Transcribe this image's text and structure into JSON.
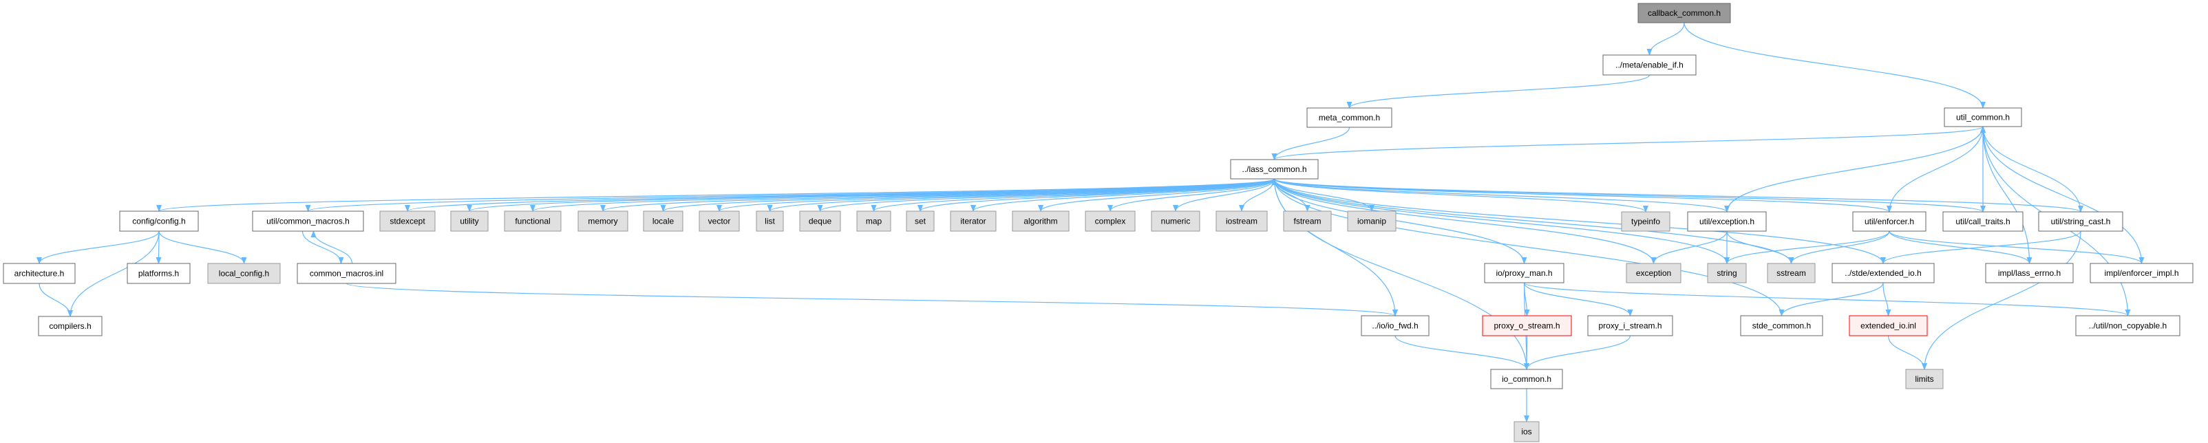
{
  "colors": {
    "edge": "#63b8ff",
    "node_border": "#666666",
    "system_fill": "#e0e0e0",
    "main_fill": "#999999",
    "incomplete_border": "#ff0000"
  },
  "nodes": [
    {
      "id": "callback",
      "label": "callback_common.h",
      "kind": "main"
    },
    {
      "id": "enable_if",
      "label": "../meta/enable_if.h",
      "kind": "normal"
    },
    {
      "id": "meta_common",
      "label": "meta_common.h",
      "kind": "normal"
    },
    {
      "id": "util_common",
      "label": "util_common.h",
      "kind": "normal"
    },
    {
      "id": "lass_common",
      "label": "../lass_common.h",
      "kind": "normal"
    },
    {
      "id": "config",
      "label": "config/config.h",
      "kind": "normal"
    },
    {
      "id": "common_macros_h",
      "label": "util/common_macros.h",
      "kind": "normal"
    },
    {
      "id": "stdexcept",
      "label": "stdexcept",
      "kind": "system"
    },
    {
      "id": "utility",
      "label": "utility",
      "kind": "system"
    },
    {
      "id": "functional",
      "label": "functional",
      "kind": "system"
    },
    {
      "id": "memory",
      "label": "memory",
      "kind": "system"
    },
    {
      "id": "locale",
      "label": "locale",
      "kind": "system"
    },
    {
      "id": "vector",
      "label": "vector",
      "kind": "system"
    },
    {
      "id": "list",
      "label": "list",
      "kind": "system"
    },
    {
      "id": "deque",
      "label": "deque",
      "kind": "system"
    },
    {
      "id": "map",
      "label": "map",
      "kind": "system"
    },
    {
      "id": "set",
      "label": "set",
      "kind": "system"
    },
    {
      "id": "iterator",
      "label": "iterator",
      "kind": "system"
    },
    {
      "id": "algorithm",
      "label": "algorithm",
      "kind": "system"
    },
    {
      "id": "complex",
      "label": "complex",
      "kind": "system"
    },
    {
      "id": "numeric",
      "label": "numeric",
      "kind": "system"
    },
    {
      "id": "iostream",
      "label": "iostream",
      "kind": "system"
    },
    {
      "id": "fstream",
      "label": "fstream",
      "kind": "system"
    },
    {
      "id": "iomanip",
      "label": "iomanip",
      "kind": "system"
    },
    {
      "id": "typeinfo",
      "label": "typeinfo",
      "kind": "system"
    },
    {
      "id": "util_exception",
      "label": "util/exception.h",
      "kind": "normal"
    },
    {
      "id": "util_enforcer",
      "label": "util/enforcer.h",
      "kind": "normal"
    },
    {
      "id": "util_call_traits",
      "label": "util/call_traits.h",
      "kind": "normal"
    },
    {
      "id": "util_string_cast",
      "label": "util/string_cast.h",
      "kind": "normal"
    },
    {
      "id": "architecture",
      "label": "architecture.h",
      "kind": "normal"
    },
    {
      "id": "platforms",
      "label": "platforms.h",
      "kind": "normal"
    },
    {
      "id": "local_config",
      "label": "local_config.h",
      "kind": "system"
    },
    {
      "id": "common_macros_inl",
      "label": "common_macros.inl",
      "kind": "normal"
    },
    {
      "id": "proxy_man",
      "label": "io/proxy_man.h",
      "kind": "normal"
    },
    {
      "id": "exception",
      "label": "exception",
      "kind": "system"
    },
    {
      "id": "string",
      "label": "string",
      "kind": "system"
    },
    {
      "id": "sstream",
      "label": "sstream",
      "kind": "system"
    },
    {
      "id": "extended_io_h",
      "label": "../stde/extended_io.h",
      "kind": "normal"
    },
    {
      "id": "lass_errno",
      "label": "impl/lass_errno.h",
      "kind": "normal"
    },
    {
      "id": "enforcer_impl",
      "label": "impl/enforcer_impl.h",
      "kind": "normal"
    },
    {
      "id": "compilers",
      "label": "compilers.h",
      "kind": "normal"
    },
    {
      "id": "io_fwd",
      "label": "../io/io_fwd.h",
      "kind": "normal"
    },
    {
      "id": "proxy_o",
      "label": "proxy_o_stream.h",
      "kind": "red"
    },
    {
      "id": "proxy_i",
      "label": "proxy_i_stream.h",
      "kind": "normal"
    },
    {
      "id": "stde_common",
      "label": "stde_common.h",
      "kind": "normal"
    },
    {
      "id": "extended_io_inl",
      "label": "extended_io.inl",
      "kind": "red"
    },
    {
      "id": "non_copyable",
      "label": "../util/non_copyable.h",
      "kind": "normal"
    },
    {
      "id": "io_common",
      "label": "io_common.h",
      "kind": "normal"
    },
    {
      "id": "limits",
      "label": "limits",
      "kind": "system"
    },
    {
      "id": "ios",
      "label": "ios",
      "kind": "system"
    }
  ],
  "edges": [
    [
      "callback",
      "enable_if"
    ],
    [
      "callback",
      "util_common"
    ],
    [
      "enable_if",
      "meta_common"
    ],
    [
      "meta_common",
      "lass_common"
    ],
    [
      "util_common",
      "lass_common"
    ],
    [
      "lass_common",
      "config"
    ],
    [
      "lass_common",
      "common_macros_h"
    ],
    [
      "lass_common",
      "stdexcept"
    ],
    [
      "lass_common",
      "utility"
    ],
    [
      "lass_common",
      "functional"
    ],
    [
      "lass_common",
      "memory"
    ],
    [
      "lass_common",
      "locale"
    ],
    [
      "lass_common",
      "vector"
    ],
    [
      "lass_common",
      "list"
    ],
    [
      "lass_common",
      "deque"
    ],
    [
      "lass_common",
      "map"
    ],
    [
      "lass_common",
      "set"
    ],
    [
      "lass_common",
      "iterator"
    ],
    [
      "lass_common",
      "algorithm"
    ],
    [
      "lass_common",
      "complex"
    ],
    [
      "lass_common",
      "numeric"
    ],
    [
      "lass_common",
      "iostream"
    ],
    [
      "lass_common",
      "fstream"
    ],
    [
      "lass_common",
      "iomanip"
    ],
    [
      "lass_common",
      "typeinfo"
    ],
    [
      "lass_common",
      "util_exception"
    ],
    [
      "lass_common",
      "string"
    ],
    [
      "lass_common",
      "sstream"
    ],
    [
      "lass_common",
      "exception"
    ],
    [
      "lass_common",
      "util_enforcer"
    ],
    [
      "lass_common",
      "util_call_traits"
    ],
    [
      "lass_common",
      "util_string_cast"
    ],
    [
      "lass_common",
      "proxy_man"
    ],
    [
      "lass_common",
      "extended_io_h"
    ],
    [
      "lass_common",
      "io_fwd"
    ],
    [
      "io_common",
      "lass_common"
    ],
    [
      "stde_common",
      "lass_common"
    ],
    [
      "config",
      "architecture"
    ],
    [
      "config",
      "platforms"
    ],
    [
      "config",
      "local_config"
    ],
    [
      "config",
      "compilers"
    ],
    [
      "architecture",
      "compilers"
    ],
    [
      "common_macros_h",
      "common_macros_inl"
    ],
    [
      "common_macros_inl",
      "common_macros_h"
    ],
    [
      "common_macros_inl",
      "io_fwd"
    ],
    [
      "util_exception",
      "util_common"
    ],
    [
      "util_exception",
      "exception"
    ],
    [
      "util_exception",
      "string"
    ],
    [
      "util_exception",
      "sstream"
    ],
    [
      "util_enforcer",
      "util_common"
    ],
    [
      "util_enforcer",
      "string"
    ],
    [
      "util_enforcer",
      "sstream"
    ],
    [
      "util_enforcer",
      "lass_errno"
    ],
    [
      "util_enforcer",
      "enforcer_impl"
    ],
    [
      "util_call_traits",
      "util_common"
    ],
    [
      "util_string_cast",
      "util_common"
    ],
    [
      "util_string_cast",
      "extended_io_h"
    ],
    [
      "util_string_cast",
      "limits"
    ],
    [
      "proxy_man",
      "proxy_o"
    ],
    [
      "proxy_man",
      "proxy_i"
    ],
    [
      "proxy_man",
      "io_common"
    ],
    [
      "proxy_man",
      "non_copyable"
    ],
    [
      "extended_io_h",
      "stde_common"
    ],
    [
      "extended_io_h",
      "extended_io_inl"
    ],
    [
      "extended_io_inl",
      "limits"
    ],
    [
      "io_fwd",
      "io_common"
    ],
    [
      "proxy_o",
      "io_common"
    ],
    [
      "proxy_i",
      "io_common"
    ],
    [
      "io_common",
      "ios"
    ],
    [
      "lass_errno",
      "util_common"
    ],
    [
      "enforcer_impl",
      "util_common"
    ],
    [
      "non_copyable",
      "util_common"
    ]
  ]
}
